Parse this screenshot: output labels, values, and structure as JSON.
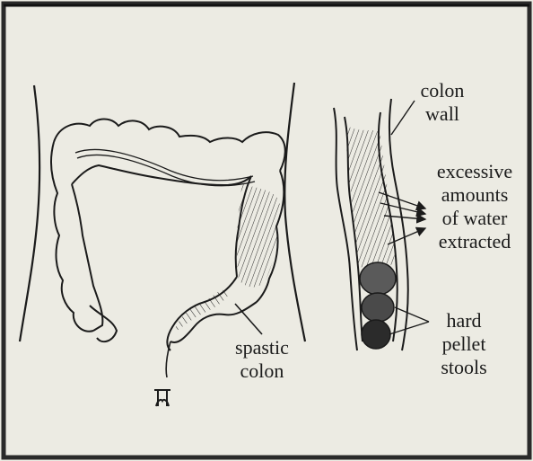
{
  "figure": {
    "labels": {
      "colon_wall": [
        "colon",
        "wall"
      ],
      "excessive_water": [
        "excessive",
        "amounts",
        "of water",
        "extracted"
      ],
      "hard_stools": [
        "hard",
        "pellet",
        "stools"
      ],
      "spastic_colon": [
        "spastic",
        "colon"
      ]
    },
    "colors": {
      "background": "#ecebe3",
      "ink": "#1b1b1b",
      "border": "#2a2a2a",
      "pellet_dark": "#2b2b2b",
      "pellet_mid": "#5a5a5a"
    }
  }
}
